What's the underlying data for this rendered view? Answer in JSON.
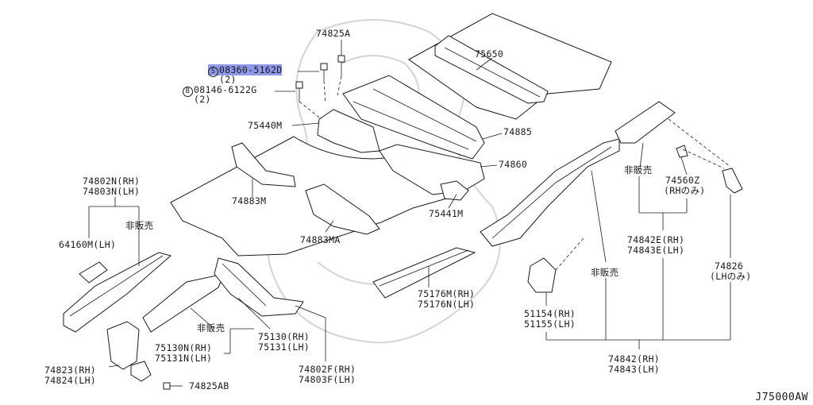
{
  "diagram": {
    "code": "J75000AW",
    "non_sale": "非販売",
    "labels": {
      "p74825A": "74825A",
      "bolt_s_num": "08360-5162D",
      "bolt_s_qty": "(2)",
      "bolt_b_num": "08146-6122G",
      "bolt_b_qty": "(2)",
      "sym_s": "S",
      "sym_b": "B",
      "p75650": "75650",
      "p75440M": "75440M",
      "p74885": "74885",
      "p74860": "74860",
      "p75441M": "75441M",
      "p74883M": "74883M",
      "p74883MA": "74883MA",
      "p74802N": "74802N(RH)",
      "p74803N": "74803N(LH)",
      "p64160M": "64160M(LH)",
      "p75130N": "75130N(RH)",
      "p75131N": "75131N(LH)",
      "p75130": "75130(RH)",
      "p75131": "75131(LH)",
      "p74823": "74823(RH)",
      "p74824": "74824(LH)",
      "p74825AB": "74825AB",
      "p74802F": "74802F(RH)",
      "p74803F": "74803F(LH)",
      "p75176M": "75176M(RH)",
      "p75176N": "75176N(LH)",
      "p51154": "51154(RH)",
      "p51155": "51155(LH)",
      "p74842": "74842(RH)",
      "p74843": "74843(LH)",
      "p74842E": "74842E(RH)",
      "p74843E": "74843E(LH)",
      "p74560Z": "74560Z",
      "p74560Z_note": "(RHのみ)",
      "p74826": "74826",
      "p74826_note": "(LHのみ)"
    }
  }
}
